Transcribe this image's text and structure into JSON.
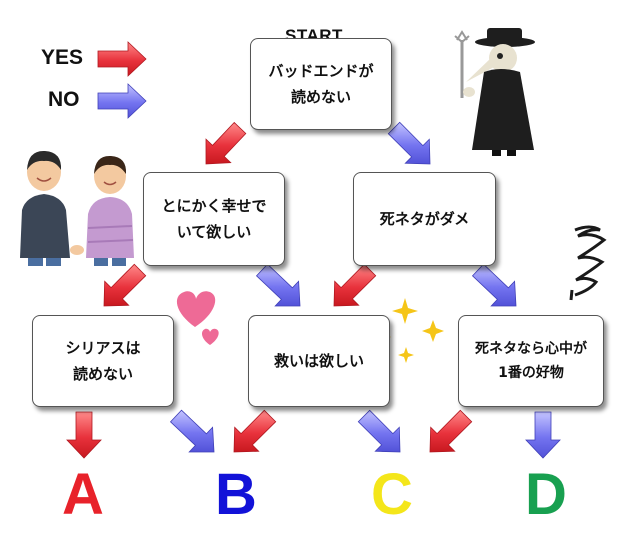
{
  "legend": {
    "yes_label": "YES",
    "no_label": "NO"
  },
  "colors": {
    "yes_arrow": "#e8323c",
    "no_arrow": "#7474f0",
    "result_a": "#e8222a",
    "result_b": "#1212d8",
    "result_c": "#f4e61a",
    "result_d": "#18a050"
  },
  "start_label": "START",
  "nodes": {
    "start": "バッドエンドが\n読めない",
    "happy": "とにかく幸せで\nいて欲しい",
    "no_death": "死ネタがダメ",
    "no_serious": "シリアスは\n読めない",
    "want_salvation": "救いは欲しい",
    "love_death": "死ネタなら心中が\n1番の好物"
  },
  "results": {
    "a": "A",
    "b": "B",
    "c": "C",
    "d": "D"
  },
  "illustrations": [
    "couple-illustration",
    "heart-icon",
    "sparkle-icon",
    "plague-doctor-illustration",
    "spiral-icon"
  ]
}
